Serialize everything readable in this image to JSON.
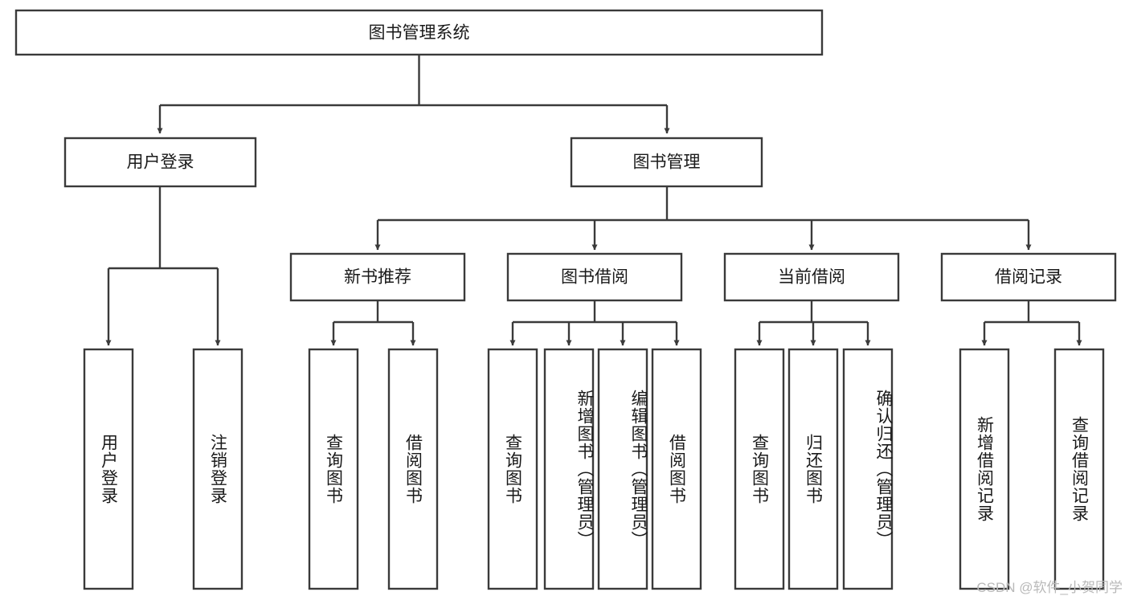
{
  "diagram": {
    "title": "图书管理系统",
    "type": "function-tree",
    "root": {
      "id": "root",
      "label": "图书管理系统",
      "orientation": "horizontal"
    },
    "level2": [
      {
        "id": "user-login",
        "label": "用户登录",
        "orientation": "horizontal"
      },
      {
        "id": "book-management",
        "label": "图书管理",
        "orientation": "horizontal"
      }
    ],
    "level3": [
      {
        "id": "new-book-recommend",
        "label": "新书推荐",
        "parent": "book-management",
        "orientation": "horizontal"
      },
      {
        "id": "book-borrow",
        "label": "图书借阅",
        "parent": "book-management",
        "orientation": "horizontal"
      },
      {
        "id": "current-borrow",
        "label": "当前借阅",
        "parent": "book-management",
        "orientation": "horizontal"
      },
      {
        "id": "borrow-record",
        "label": "借阅记录",
        "parent": "book-management",
        "orientation": "horizontal"
      }
    ],
    "leaves": [
      {
        "id": "leaf-user-login",
        "label": "用户登录",
        "parent": "user-login",
        "orientation": "vertical"
      },
      {
        "id": "leaf-user-logout",
        "label": "注销登录",
        "parent": "user-login",
        "orientation": "vertical"
      },
      {
        "id": "leaf-query-book-1",
        "label": "查询图书",
        "parent": "new-book-recommend",
        "orientation": "vertical"
      },
      {
        "id": "leaf-borrow-book-1",
        "label": "借阅图书",
        "parent": "new-book-recommend",
        "orientation": "vertical"
      },
      {
        "id": "leaf-query-book-2",
        "label": "查询图书",
        "parent": "book-borrow",
        "orientation": "vertical"
      },
      {
        "id": "leaf-add-book",
        "label": "新增图书（管理员）",
        "parent": "book-borrow",
        "orientation": "vertical"
      },
      {
        "id": "leaf-edit-book",
        "label": "编辑图书（管理员）",
        "parent": "book-borrow",
        "orientation": "vertical"
      },
      {
        "id": "leaf-borrow-book-2",
        "label": "借阅图书",
        "parent": "book-borrow",
        "orientation": "vertical"
      },
      {
        "id": "leaf-query-book-3",
        "label": "查询图书",
        "parent": "current-borrow",
        "orientation": "vertical"
      },
      {
        "id": "leaf-return-book",
        "label": "归还图书",
        "parent": "current-borrow",
        "orientation": "vertical"
      },
      {
        "id": "leaf-confirm-return",
        "label": "确认归还（管理员）",
        "parent": "current-borrow",
        "orientation": "vertical"
      },
      {
        "id": "leaf-add-record",
        "label": "新增借阅记录",
        "parent": "borrow-record",
        "orientation": "vertical"
      },
      {
        "id": "leaf-query-record",
        "label": "查询借阅记录",
        "parent": "borrow-record",
        "orientation": "vertical"
      }
    ],
    "colors": {
      "stroke": "#3a3a3a",
      "fill": "#ffffff",
      "text": "#1a1a1a",
      "watermark": "#b9b9b9"
    }
  },
  "watermark": {
    "text": "CSDN @软件_小贺同学"
  }
}
